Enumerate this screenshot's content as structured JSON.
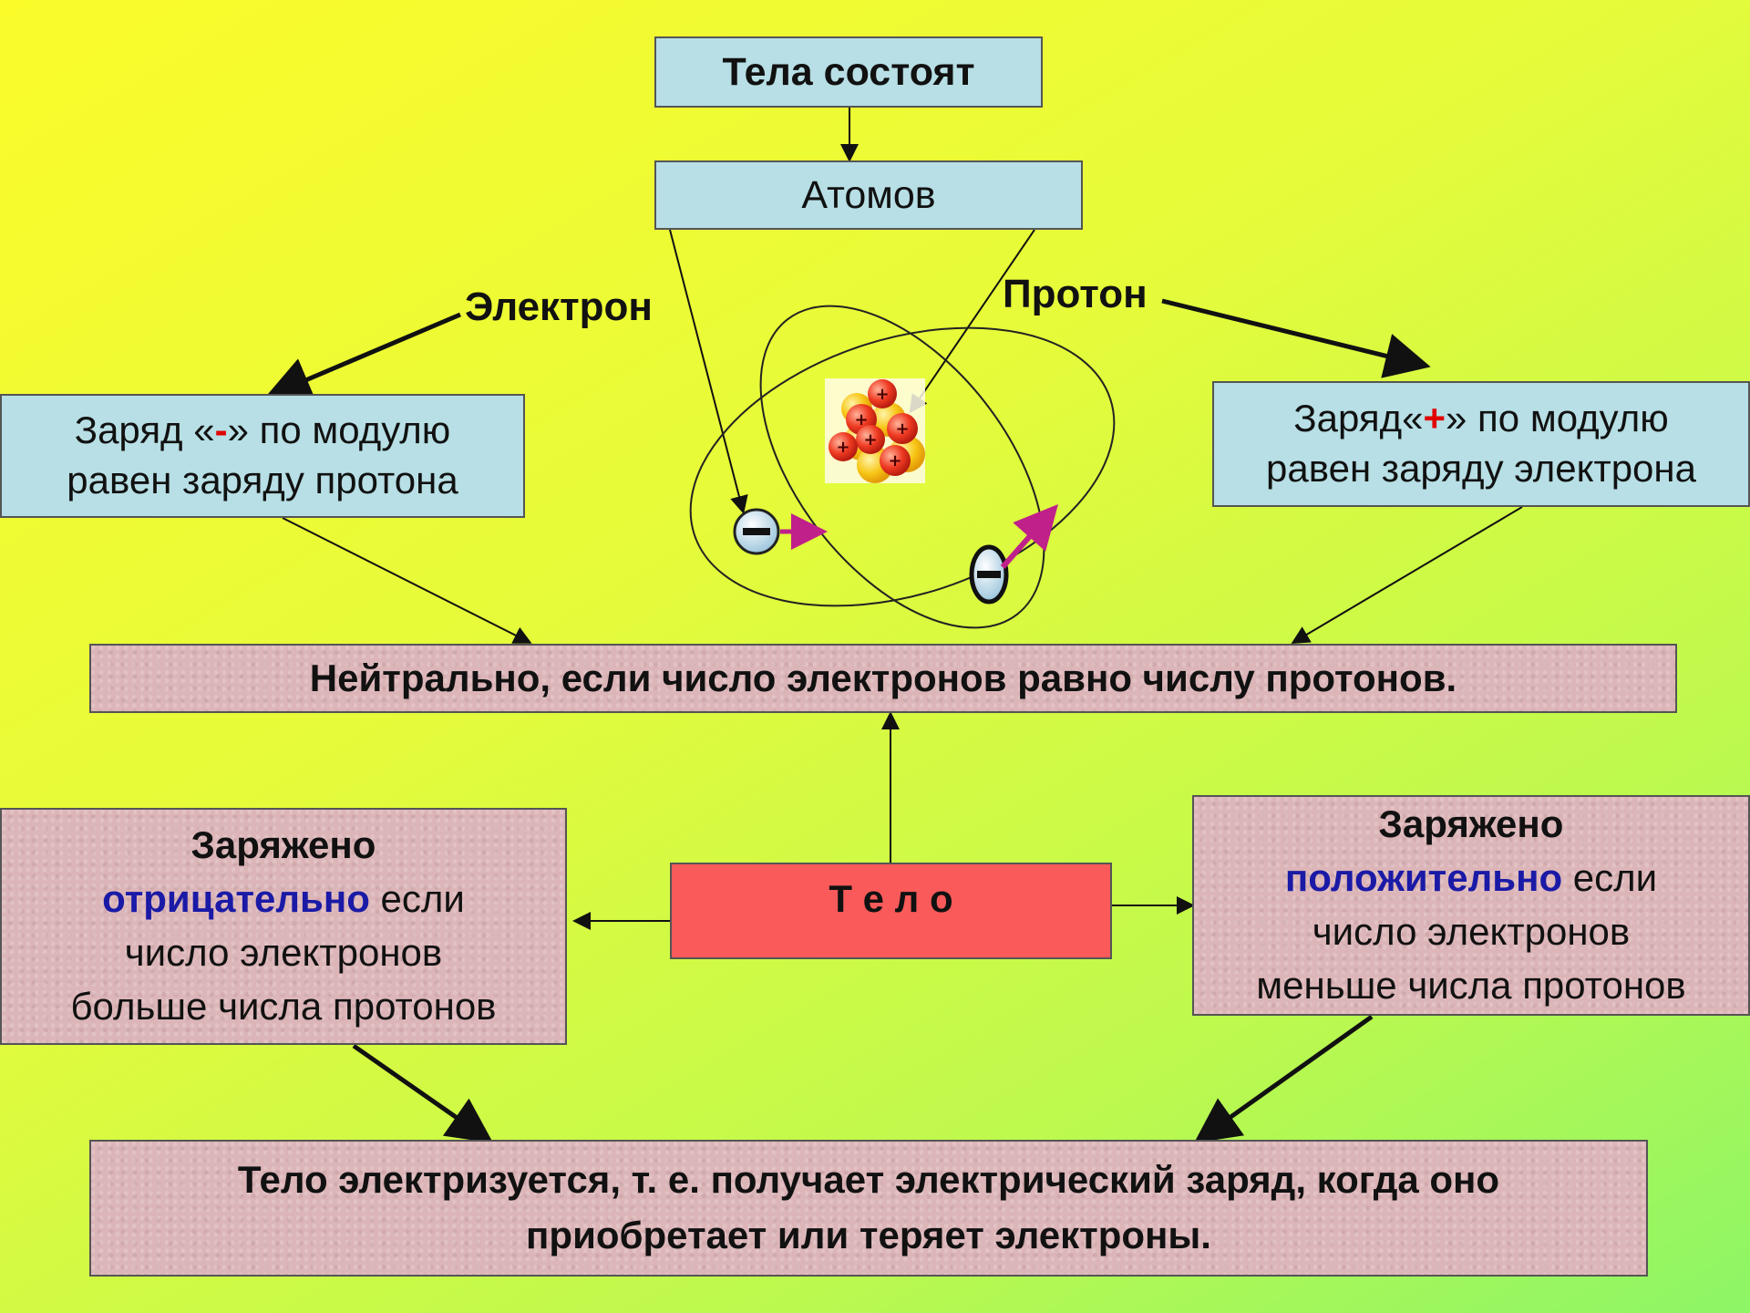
{
  "nodes": {
    "bodies_consist": "Тела состоят",
    "atoms": "Атомов",
    "electron_charge": {
      "prefix": "Заряд «",
      "sign": "-",
      "suffix": "» по модулю",
      "line2": "равен заряду протона"
    },
    "proton_charge": {
      "prefix": "Заряд«",
      "sign": "+",
      "suffix": "» по модулю",
      "line2": "равен заряду электрона"
    },
    "neutral": "Нейтрально, если число электронов равно числу протонов.",
    "body": "Т е л о",
    "negative": {
      "line1": "Заряжено",
      "keyword": "отрицательно",
      "rest": " если",
      "line3": "число электронов",
      "line4": "больше числа протонов"
    },
    "positive": {
      "line1": "Заряжено",
      "keyword": "положительно",
      "rest": " если",
      "line3": "число электронов",
      "line4": "меньше числа протонов"
    },
    "electrified": {
      "line1": "Тело электризуется, т. е. получает электрический заряд, когда оно",
      "line2": "приобретает или теряет электроны."
    }
  },
  "labels": {
    "electron": "Электрон",
    "proton": "Протон"
  },
  "atom_picture": {
    "nucleus_sign": "+",
    "electron_sign": "−"
  },
  "colors": {
    "blue_box": "#b7dfe5",
    "pink_box": "#dcb5b8",
    "red_box": "#fb5a5a",
    "accent_red": "#e00000",
    "keyword_blue": "#1a1aa6",
    "velocity_arrow": "#c0208a"
  }
}
